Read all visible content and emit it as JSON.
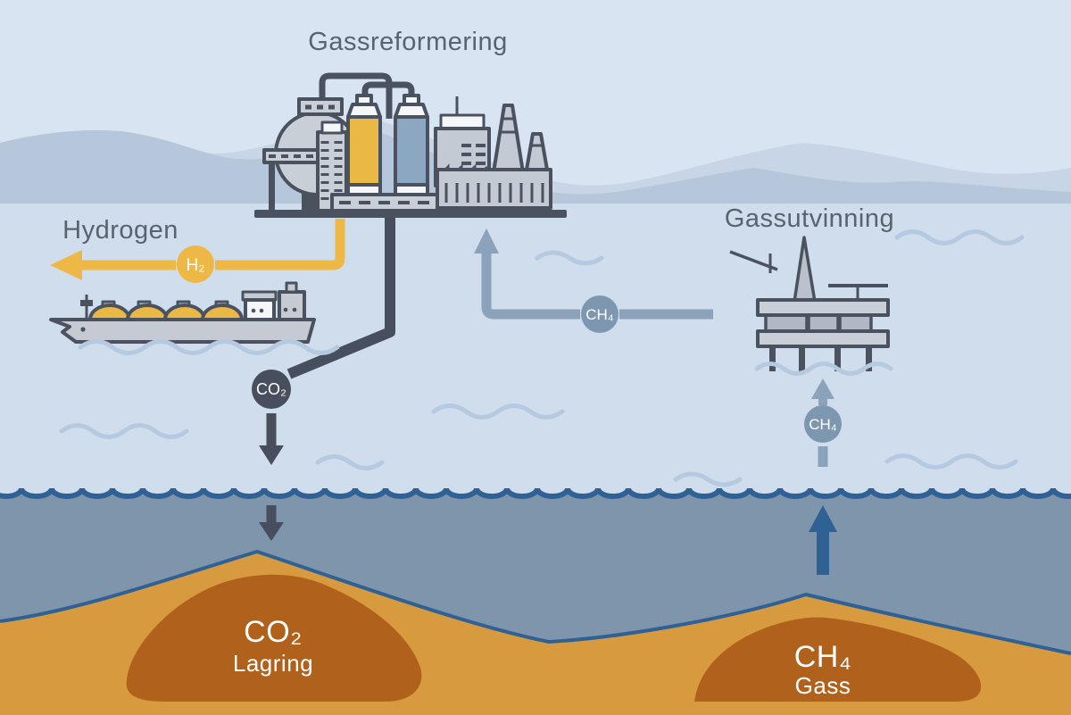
{
  "titles": {
    "reforming": "Gassreformering",
    "hydrogen": "Hydrogen",
    "extraction": "Gassutvinning"
  },
  "flow_badges": {
    "h2": "H₂",
    "co2": "CO₂",
    "ch4_pipeline": "CH₄",
    "ch4_well": "CH₄"
  },
  "reservoirs": {
    "co2_storage": {
      "formula": "CO₂",
      "caption": "Lagring"
    },
    "ch4_field": {
      "formula": "CH₄",
      "caption": "Gass"
    }
  },
  "colors": {
    "hydrogen_yellow": "#EDB845",
    "co2_dark_slate": "#474F5E",
    "methane_blue": "#8AA2BA",
    "methane_badge_blue": "#7E97B1",
    "sky": "#D9E4F2",
    "air_band": "#D0DDEC",
    "mountain_light": "#C7D5E7",
    "mountain_dark": "#B6C6DB",
    "sea": "#7E95AB",
    "sea_surface_line": "#2F6195",
    "seabed_sand": "#D89A3E",
    "reservoir_brown": "#B0611B",
    "outline_dark": "#4A5260",
    "title_text": "#59626F",
    "wave_squiggle": "#B5C9E0"
  }
}
